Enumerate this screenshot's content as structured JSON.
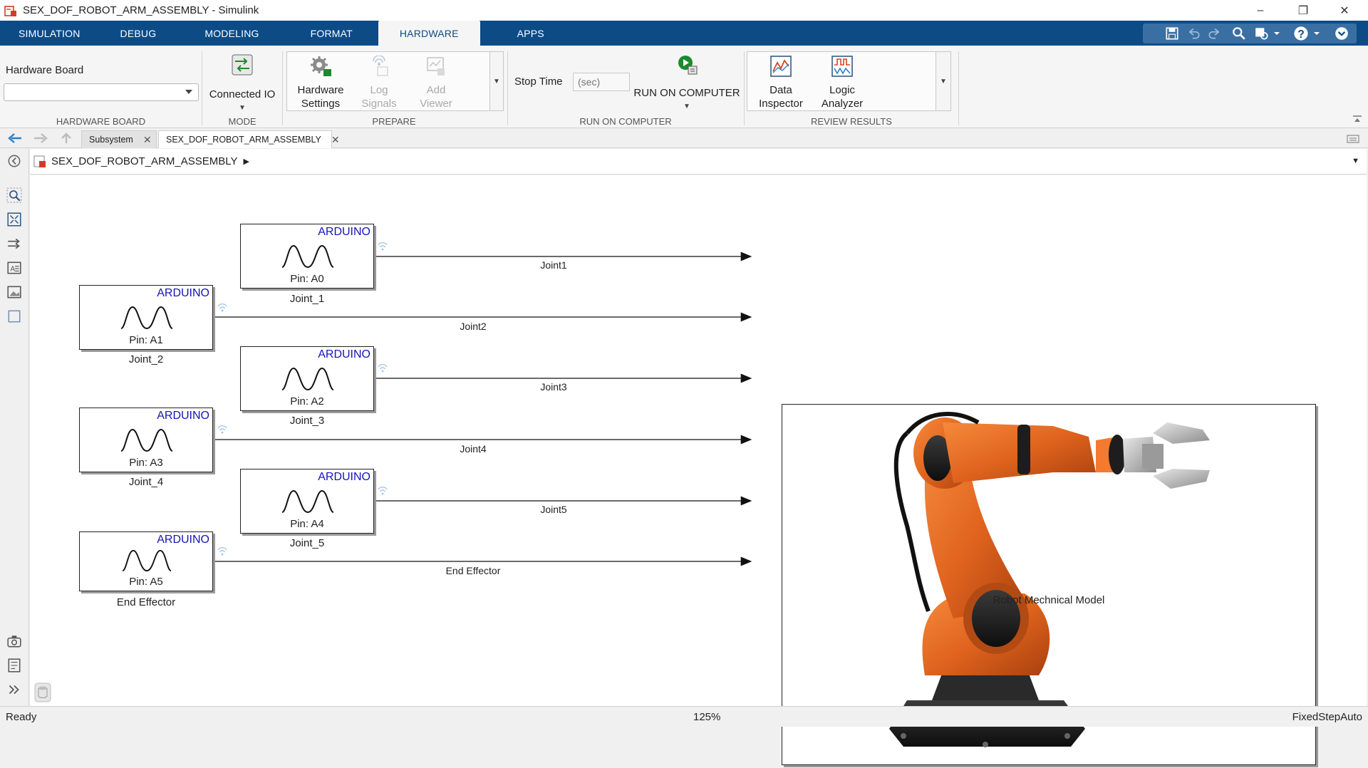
{
  "window": {
    "title": "SEX_DOF_ROBOT_ARM_ASSEMBLY - Simulink",
    "minimize": "–",
    "restore": "❐",
    "close": "✕"
  },
  "ribbon_tabs": [
    "SIMULATION",
    "DEBUG",
    "MODELING",
    "FORMAT",
    "HARDWARE",
    "APPS"
  ],
  "active_tab": "HARDWARE",
  "ribbon": {
    "hardware_board": {
      "label": "Hardware Board",
      "value": "",
      "group_label": "HARDWARE BOARD"
    },
    "mode": {
      "button_label": "Connected IO",
      "group_label": "MODE"
    },
    "prepare": {
      "hardware_settings": "Hardware\nSettings",
      "log_signals": "Log\nSignals",
      "add_viewer": "Add\nViewer",
      "group_label": "PREPARE"
    },
    "run_on_computer": {
      "stop_time_label": "Stop Time",
      "stop_time_placeholder": "(sec)",
      "run_button": "RUN ON COMPUTER",
      "group_label": "RUN ON COMPUTER"
    },
    "review_results": {
      "data_inspector": "Data\nInspector",
      "logic_analyzer": "Logic\nAnalyzer",
      "group_label": "REVIEW RESULTS"
    }
  },
  "doc_tabs": [
    {
      "label": "Subsystem",
      "active": false
    },
    {
      "label": "SEX_DOF_ROBOT_ARM_ASSEMBLY",
      "active": true
    }
  ],
  "address_bar": {
    "path": "SEX_DOF_ROBOT_ARM_ASSEMBLY"
  },
  "blocks": [
    {
      "brand": "ARDUINO",
      "pin": "Pin: A0",
      "name": "Joint_1",
      "signal": "Joint1"
    },
    {
      "brand": "ARDUINO",
      "pin": "Pin: A1",
      "name": "Joint_2",
      "signal": "Joint2"
    },
    {
      "brand": "ARDUINO",
      "pin": "Pin: A2",
      "name": "Joint_3",
      "signal": "Joint3"
    },
    {
      "brand": "ARDUINO",
      "pin": "Pin: A3",
      "name": "Joint_4",
      "signal": "Joint4"
    },
    {
      "brand": "ARDUINO",
      "pin": "Pin: A4",
      "name": "Joint_5",
      "signal": "Joint5"
    },
    {
      "brand": "ARDUINO",
      "pin": "Pin: A5",
      "name": "End Effector",
      "signal": "End Effector"
    }
  ],
  "robot_block": {
    "name": "Robot Mechnical Model"
  },
  "status": {
    "left": "Ready",
    "zoom": "125%",
    "solver": "FixedStepAuto"
  },
  "colors": {
    "ribbon_blue": "#0d4b86",
    "arduino_blue": "#1414b8",
    "robot_orange": "#e0641e"
  }
}
